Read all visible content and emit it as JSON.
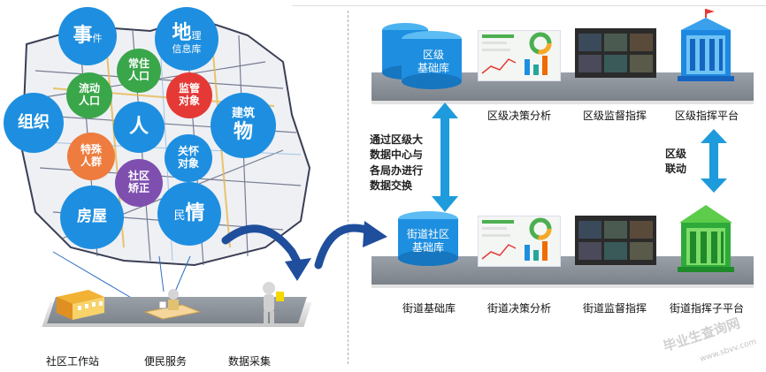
{
  "bubbles": {
    "event": {
      "big": "事",
      "small": "件"
    },
    "geo": {
      "big": "地",
      "small": "理",
      "line2": "信息库"
    },
    "resident": {
      "line1": "常住",
      "line2": "人口"
    },
    "floating": {
      "line1": "流动",
      "line2": "人口"
    },
    "supervise": {
      "line1": "监管",
      "line2": "对象"
    },
    "org": {
      "text": "组织"
    },
    "person": {
      "text": "人"
    },
    "building": {
      "line1": "建筑",
      "line2": "物"
    },
    "special": {
      "line1": "特殊",
      "line2": "人群"
    },
    "care": {
      "line1": "关怀",
      "line2": "对象"
    },
    "correction": {
      "line1": "社区",
      "line2": "矫正"
    },
    "house": {
      "text": "房屋"
    },
    "livelihood": {
      "small": "民",
      "big": "情"
    }
  },
  "left_labels": {
    "workstation": "社区工作站",
    "service": "便民服务",
    "collection": "数据采集"
  },
  "district": {
    "db_line1": "区级",
    "db_line2": "基础库",
    "decision": "区级决策分析",
    "supervision": "区级监督指挥",
    "platform": "区级指挥平台"
  },
  "street": {
    "db_line1": "街道社区",
    "db_line2": "基础库",
    "db_label": "街道基础库",
    "decision": "街道决策分析",
    "supervision": "街道监督指挥",
    "platform": "街道指挥子平台"
  },
  "exchange_text": [
    "通过区级大",
    "数据中心与",
    "各局办进行",
    "数据交换"
  ],
  "linkage_text": [
    "区级",
    "联动"
  ],
  "watermark": "毕业生查询网",
  "watermark_sub": "www.sbvv.com",
  "colors": {
    "blue": "#1e8fe0",
    "green": "#3aa64a",
    "red": "#e53935",
    "orange": "#ee7c3e",
    "purple": "#7f4fb0",
    "arrow": "#1e9bdc"
  }
}
